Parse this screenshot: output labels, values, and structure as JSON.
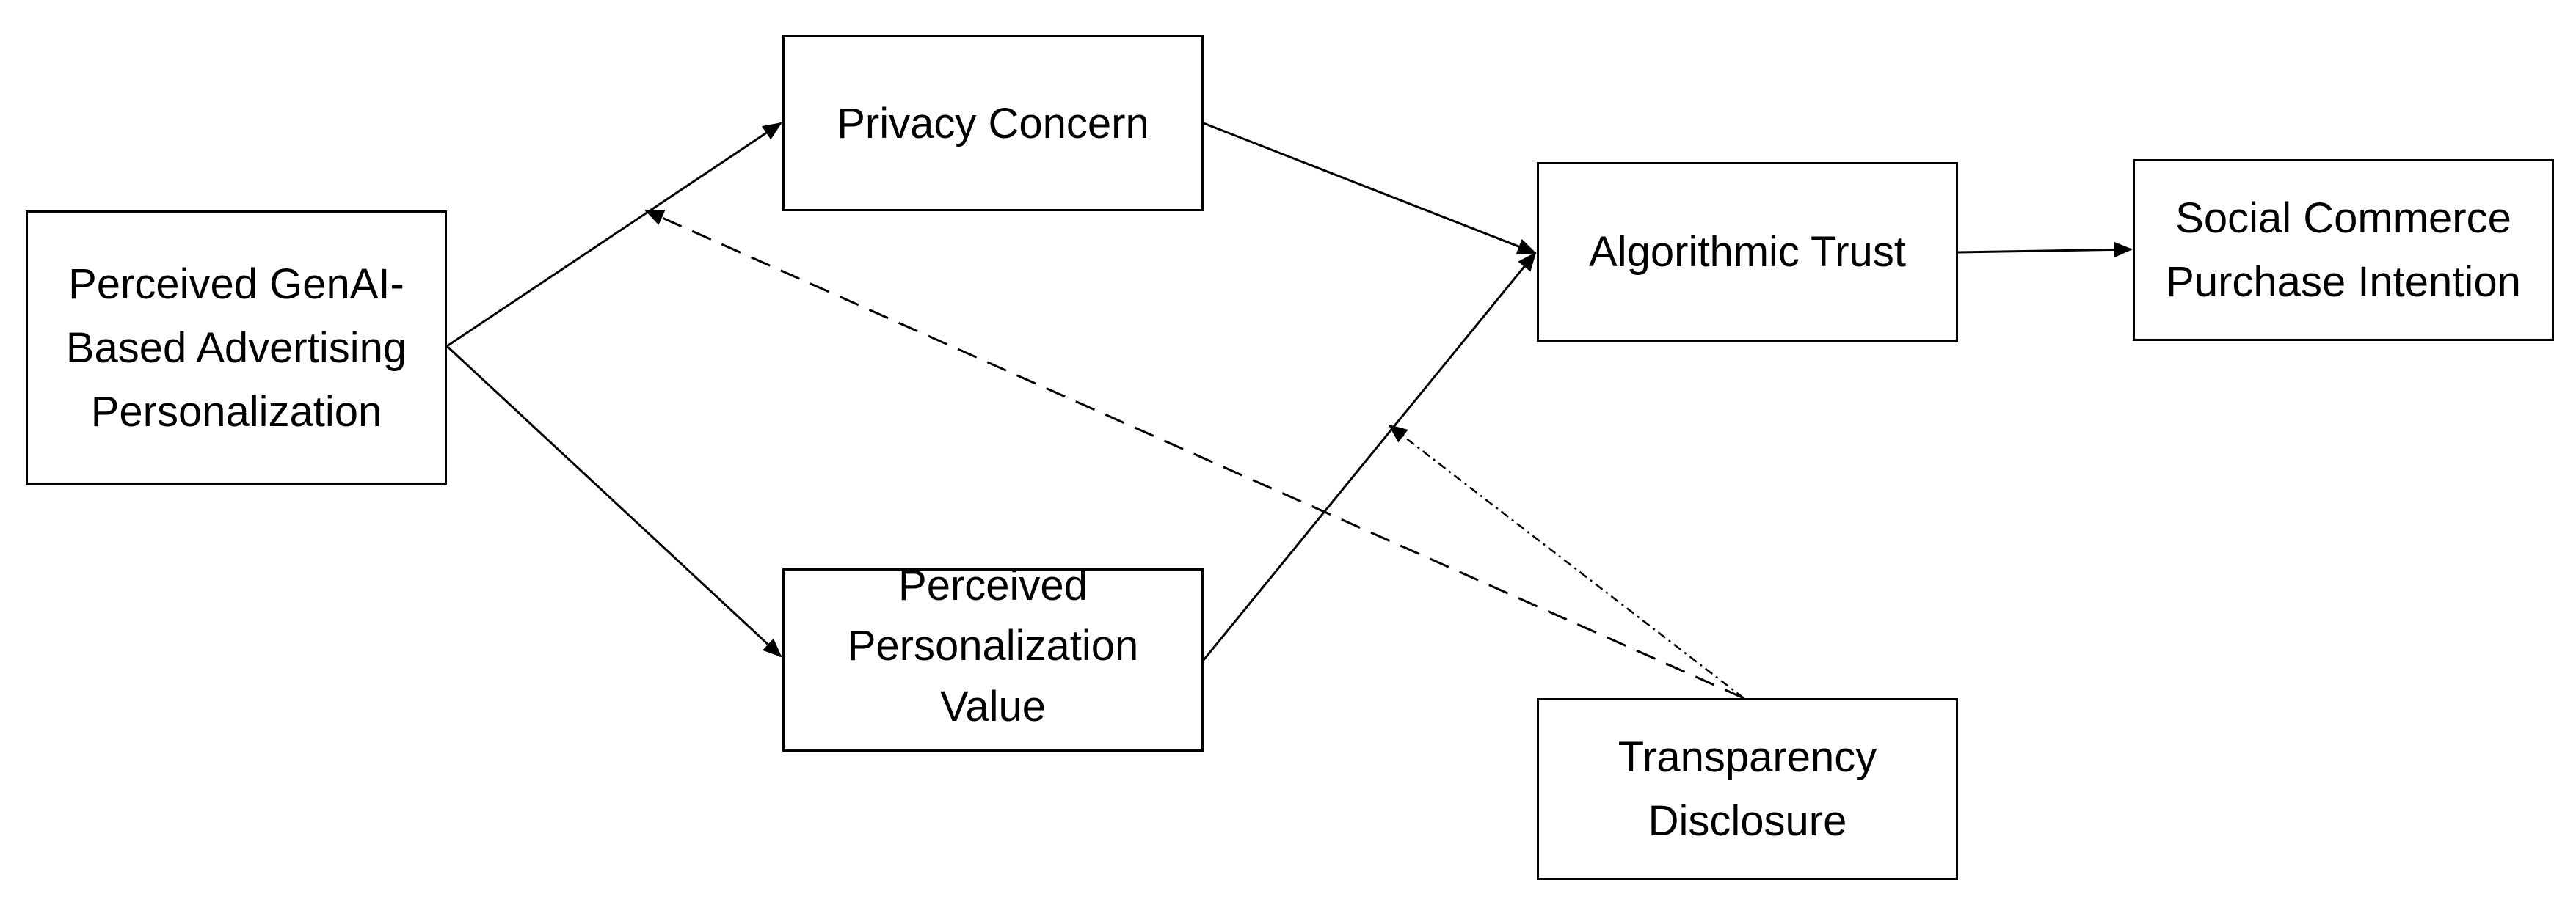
{
  "diagram": {
    "nodes": {
      "genai": {
        "label": "Perceived GenAI-\nBased Advertising\nPersonalization"
      },
      "privacy": {
        "label": "Privacy Concern"
      },
      "value": {
        "label": "Perceived\nPersonalization\nValue"
      },
      "trust": {
        "label": "Algorithmic Trust"
      },
      "social": {
        "label": "Social Commerce\nPurchase Intention"
      },
      "transparency": {
        "label": "Transparency\nDisclosure"
      }
    },
    "edges": [
      {
        "from": "genai",
        "to": "privacy",
        "style": "solid"
      },
      {
        "from": "genai",
        "to": "value",
        "style": "solid"
      },
      {
        "from": "privacy",
        "to": "trust",
        "style": "solid"
      },
      {
        "from": "value",
        "to": "trust",
        "style": "solid"
      },
      {
        "from": "trust",
        "to": "social",
        "style": "solid"
      },
      {
        "from": "transparency",
        "to": "genai-privacy path",
        "style": "dashed"
      },
      {
        "from": "transparency",
        "to": "value-trust path",
        "style": "dash-dot"
      }
    ],
    "colors": {
      "line": "#000000",
      "box_border": "#000000",
      "background": "#ffffff"
    }
  }
}
